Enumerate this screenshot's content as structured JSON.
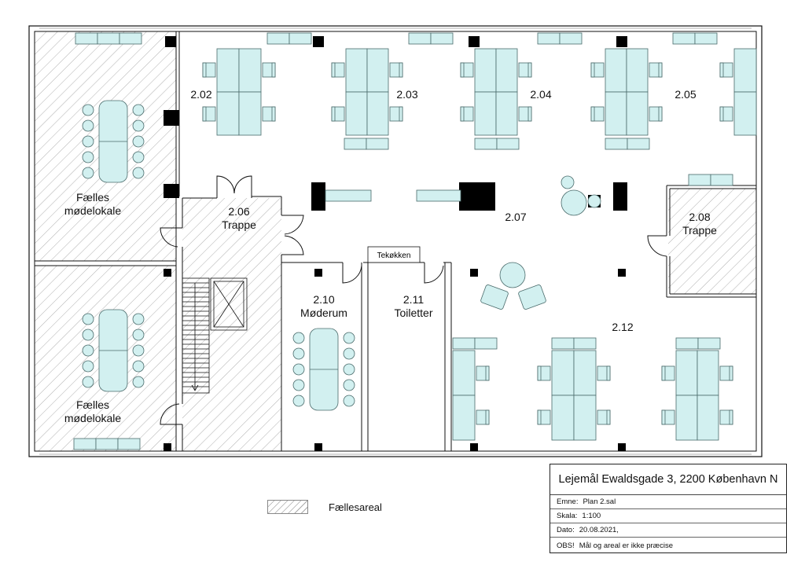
{
  "rooms": [
    {
      "id": "r1",
      "lines": [
        "Fælles",
        "mødelokale"
      ]
    },
    {
      "id": "r2",
      "lines": [
        "Fælles",
        "mødelokale"
      ]
    },
    {
      "id": "r202",
      "lines": [
        "2.02"
      ]
    },
    {
      "id": "r203",
      "lines": [
        "2.03"
      ]
    },
    {
      "id": "r204",
      "lines": [
        "2.04"
      ]
    },
    {
      "id": "r205",
      "lines": [
        "2.05"
      ]
    },
    {
      "id": "r206",
      "lines": [
        "2.06",
        "Trappe"
      ]
    },
    {
      "id": "r207",
      "lines": [
        "2.07"
      ]
    },
    {
      "id": "r208",
      "lines": [
        "2.08",
        "Trappe"
      ]
    },
    {
      "id": "r210",
      "lines": [
        "2.10",
        "Møderum"
      ]
    },
    {
      "id": "r211",
      "lines": [
        "2.11",
        "Toiletter"
      ]
    },
    {
      "id": "r212",
      "lines": [
        "2.12"
      ]
    }
  ],
  "tekokken_label": "Tekøkken",
  "title_block": {
    "title": "Lejemål Ewaldsgade 3, 2200 København N",
    "rows": [
      {
        "key": "Emne:",
        "value": "Plan 2.sal"
      },
      {
        "key": "Skala:",
        "value": "1:100"
      },
      {
        "key": "Dato:",
        "value": "20.08.2021,"
      },
      {
        "key": "OBS!",
        "value": "Mål og areal er ikke præcise"
      }
    ]
  },
  "legend": {
    "label": "Fællesareal"
  },
  "colors": {
    "furniture": "#d2f0f0",
    "furniture_stroke": "#4a6b6b",
    "column": "#000000",
    "hatch": "#b0b0b0"
  }
}
